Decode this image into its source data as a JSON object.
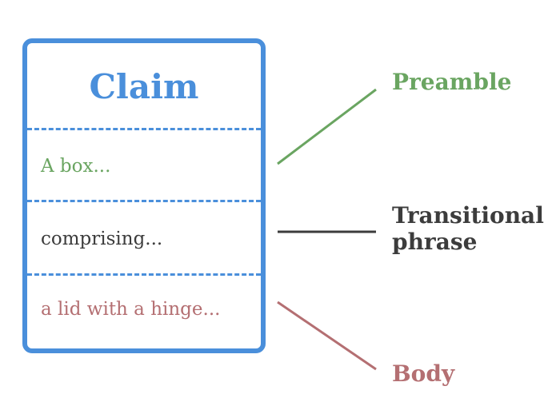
{
  "claim": {
    "title": "Claim",
    "sections": [
      {
        "text": "A box...",
        "color": "#6aa561"
      },
      {
        "text": "comprising...",
        "color": "#3c3c3c"
      },
      {
        "text": "a lid with a hinge...",
        "color": "#b46f72"
      }
    ],
    "border_color": "#4a8fdb"
  },
  "labels": {
    "preamble": "Preamble",
    "transitional_line1": "Transitional",
    "transitional_line2": "phrase",
    "body": "Body"
  },
  "colors": {
    "preamble": "#6aa561",
    "transitional": "#3c3c3c",
    "body": "#b46f72",
    "claim_blue": "#4a8fdb"
  }
}
